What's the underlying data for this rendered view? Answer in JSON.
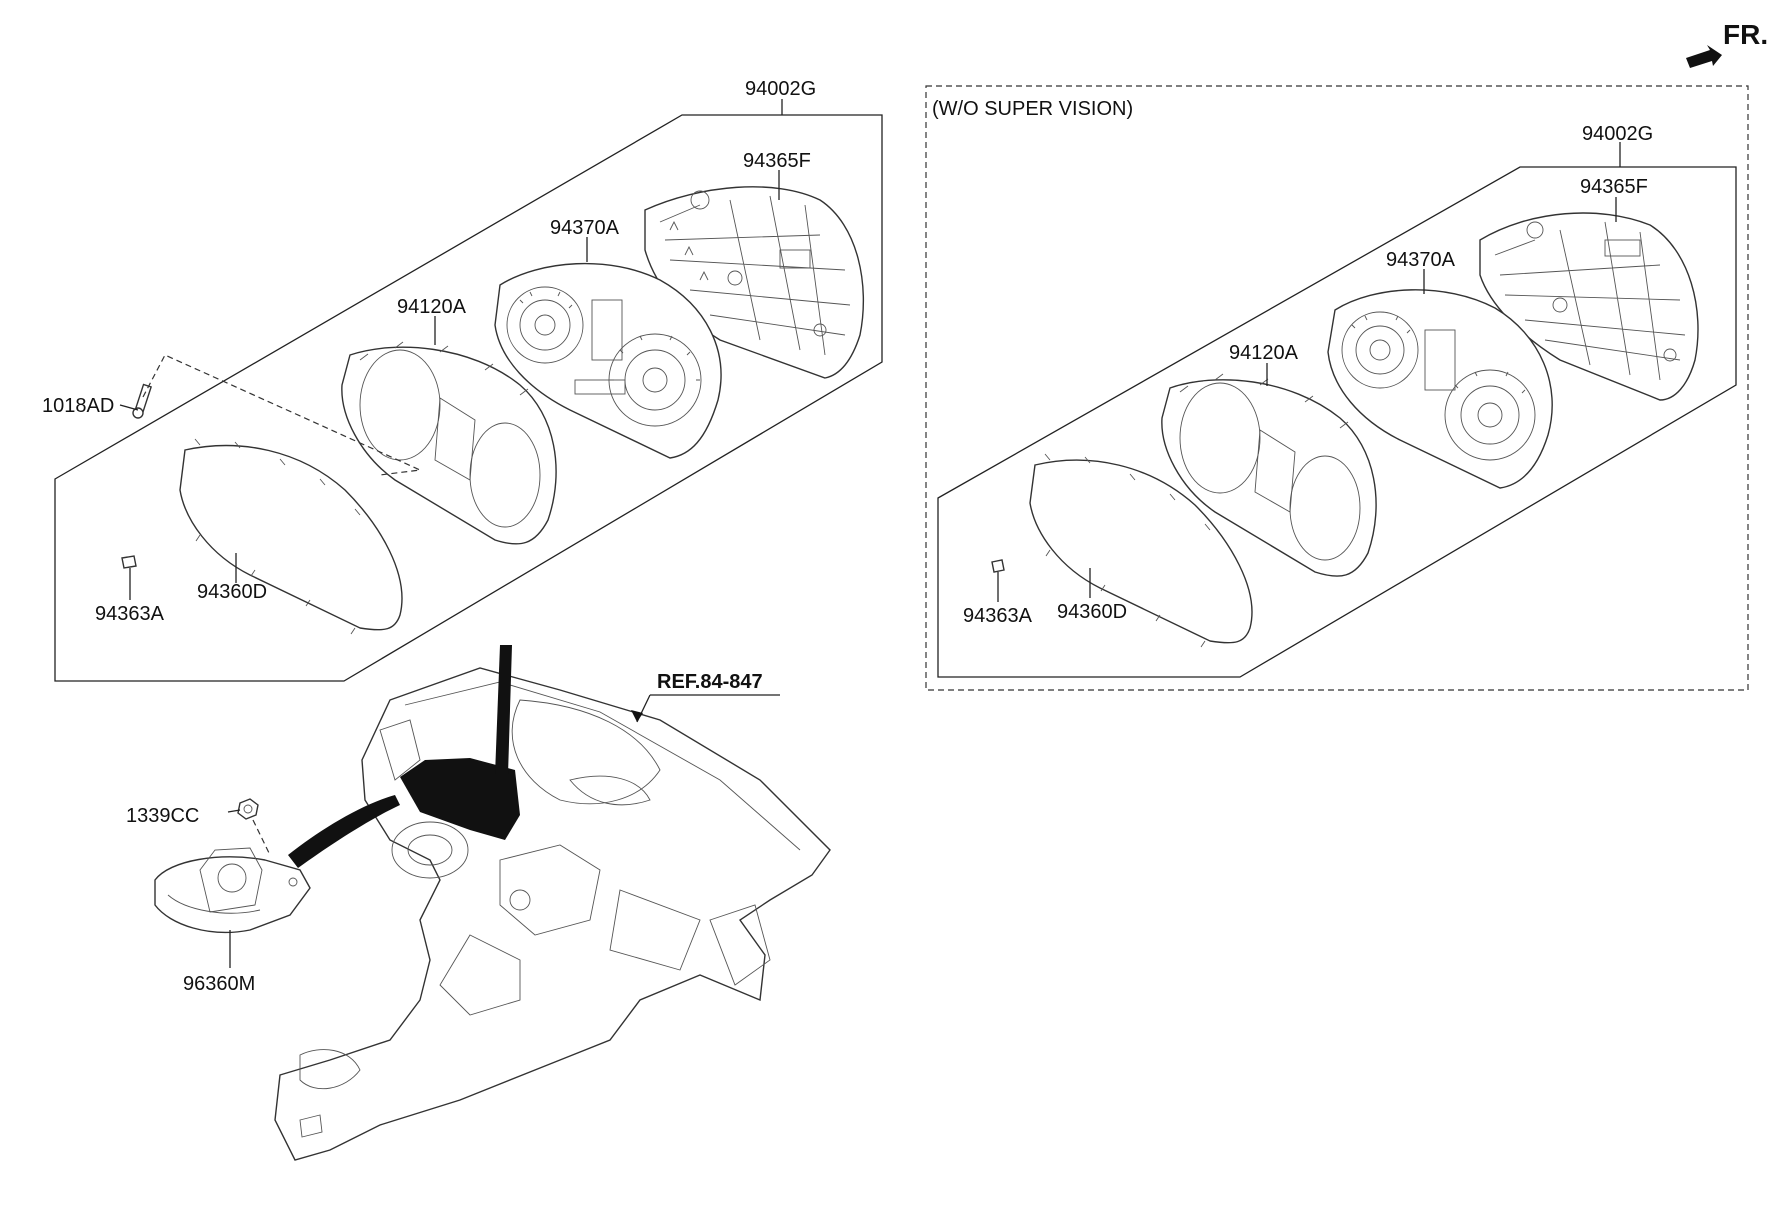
{
  "orientation": {
    "label": "FR.",
    "icon": "front-direction-arrow-icon"
  },
  "variant_box": {
    "title": "(W/O SUPER VISION)"
  },
  "callouts_main": {
    "assembly": "94002G",
    "rear_case": "94365F",
    "gauge_board": "94370A",
    "facia_frame": "94120A",
    "lens": "94360D",
    "clip": "94363A",
    "screw": "1018AD"
  },
  "callouts_variant": {
    "assembly": "94002G",
    "rear_case": "94365F",
    "gauge_board": "94370A",
    "facia_frame": "94120A",
    "lens": "94360D",
    "clip": "94363A"
  },
  "callouts_dash": {
    "reference": "REF.84-847",
    "nut": "1339CC",
    "sensor": "96360M"
  }
}
